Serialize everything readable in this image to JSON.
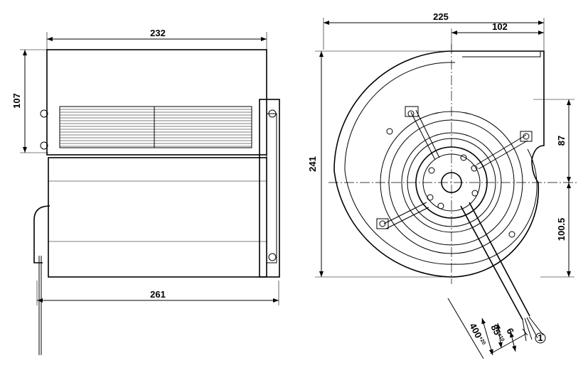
{
  "side_view": {
    "width_top": "232",
    "height_housing": "107",
    "width_bottom": "261"
  },
  "front_view": {
    "width_total": "225",
    "width_outlet": "102",
    "height_total": "241",
    "height_upper": "87",
    "height_lower": "100.5",
    "cable_length": "400",
    "cable_length_tol": "+20",
    "strip_length": "85",
    "strip_length_tol": "±10",
    "strip_end": "6",
    "callout": "1"
  }
}
